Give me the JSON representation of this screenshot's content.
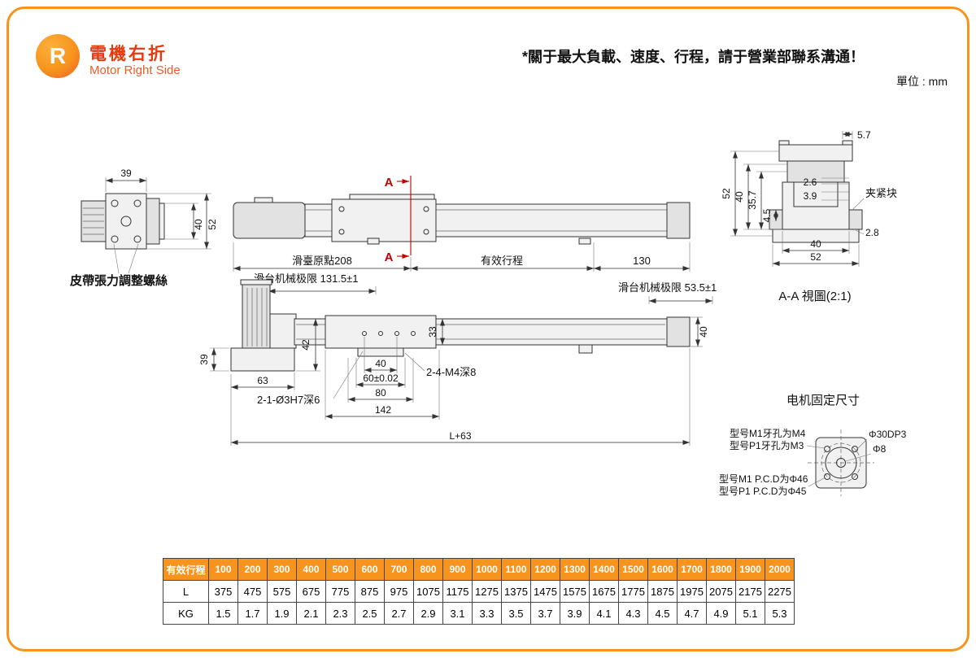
{
  "header": {
    "badge": "R",
    "title_zh": "電機右折",
    "title_en": "Motor Right Side",
    "note": "*關于最大負載、速度、行程，請于營業部聯系溝通！",
    "unit": "單位 : mm"
  },
  "colors": {
    "accent": "#F7941D",
    "title_red": "#E8380D",
    "section_red": "#C00000"
  },
  "drawing": {
    "end_view": {
      "d39": "39",
      "d40": "40",
      "d52": "52",
      "belt_label": "皮帶張力調整螺絲"
    },
    "plan_view": {
      "section_a": "A"
    },
    "front_view": {
      "origin": "滑臺原點208",
      "stroke": "有效行程",
      "d130": "130",
      "limit_left": "滑台机械极限 131.5±1",
      "limit_right": "滑台机械极限 53.5±1",
      "d39": "39",
      "d42": "42",
      "d63": "63",
      "hole1": "2-1-Ø3H7深6",
      "d40": "40",
      "d60": "60±0.02",
      "d80": "80",
      "d142": "142",
      "hole2": "2-4-M4深8",
      "d33": "33",
      "d40r": "40",
      "dl63": "L+63"
    },
    "section_view": {
      "title": "A-A 視圖(2:1)",
      "d57": "5.7",
      "d26": "2.6",
      "d39": "3.9",
      "d45": "4.5",
      "d52l": "52",
      "d40l": "40",
      "d357": "35.7",
      "d40b": "40",
      "d52b": "52",
      "d28": "2.8",
      "clamp": "夹紧块"
    },
    "motor_mount": {
      "title": "电机固定尺寸",
      "m1_tap": "型号M1牙孔为M4",
      "p1_tap": "型号P1牙孔为M3",
      "d30": "Φ30DP3",
      "d8": "Φ8",
      "m1_pcd": "型号M1 P.C.D为Φ46",
      "p1_pcd": "型号P1 P.C.D为Φ45"
    }
  },
  "table": {
    "header_label": "有效行程",
    "strokes": [
      "100",
      "200",
      "300",
      "400",
      "500",
      "600",
      "700",
      "800",
      "900",
      "1000",
      "1100",
      "1200",
      "1300",
      "1400",
      "1500",
      "1600",
      "1700",
      "1800",
      "1900",
      "2000"
    ],
    "rows": [
      {
        "label": "L",
        "values": [
          "375",
          "475",
          "575",
          "675",
          "775",
          "875",
          "975",
          "1075",
          "1175",
          "1275",
          "1375",
          "1475",
          "1575",
          "1675",
          "1775",
          "1875",
          "1975",
          "2075",
          "2175",
          "2275"
        ]
      },
      {
        "label": "KG",
        "values": [
          "1.5",
          "1.7",
          "1.9",
          "2.1",
          "2.3",
          "2.5",
          "2.7",
          "2.9",
          "3.1",
          "3.3",
          "3.5",
          "3.7",
          "3.9",
          "4.1",
          "4.3",
          "4.5",
          "4.7",
          "4.9",
          "5.1",
          "5.3"
        ]
      }
    ]
  }
}
